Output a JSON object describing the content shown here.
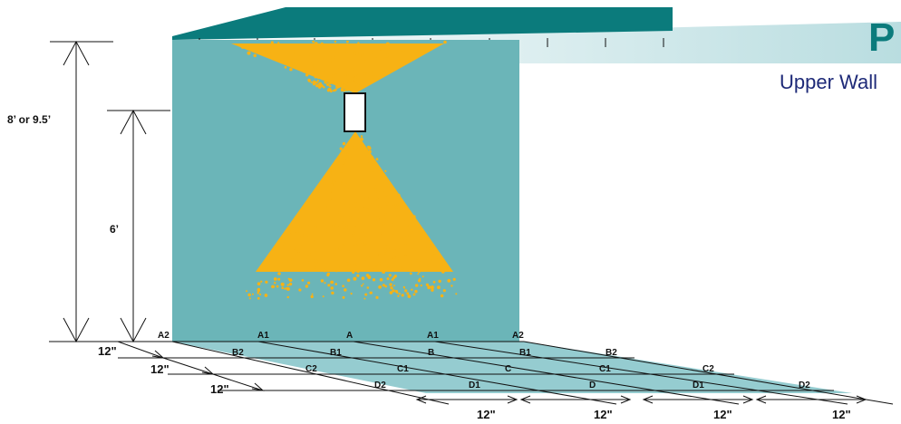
{
  "header": {
    "corner_letter": "P",
    "caption": "Upper Wall"
  },
  "dimensions": {
    "wall_height": "8’ or 9.5’",
    "mount_height": "6’"
  },
  "floor": {
    "row_a": [
      "A2",
      "A1",
      "A",
      "A1",
      "A2"
    ],
    "row_b": [
      "B2",
      "B1",
      "B",
      "B1",
      "B2"
    ],
    "row_c": [
      "C2",
      "C1",
      "C",
      "C1",
      "C2"
    ],
    "row_d": [
      "D2",
      "D1",
      "D",
      "D1",
      "D2"
    ],
    "depth_spacing": [
      "12\"",
      "12\"",
      "12\""
    ],
    "width_spacing": [
      "12\"",
      "12\"",
      "12\"",
      "12\""
    ]
  },
  "colors": {
    "wall": "#6bb5b8",
    "spray": "#f7b214",
    "ceiling": "#0b7b7c",
    "floor": "#95ccd0",
    "text": "#111111",
    "caption": "#1e2a78"
  }
}
